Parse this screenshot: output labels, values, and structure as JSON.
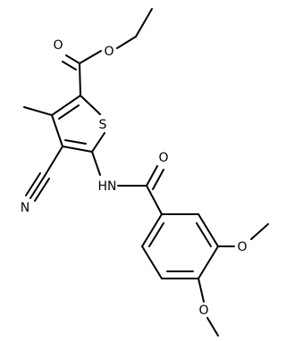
{
  "molecule": {
    "atoms": {
      "ring_sulfur": "S",
      "ring_nitrogen": "N",
      "amide_nh": "HN",
      "ester_oxygen_carbonyl": "O",
      "ester_oxygen_bridge": "O",
      "amide_oxygen": "O",
      "methoxy_oxygen_3": "O",
      "methoxy_oxygen_4": "O"
    },
    "colors": {
      "bond": "#000000",
      "label": "#000000",
      "background": "#ffffff"
    }
  }
}
